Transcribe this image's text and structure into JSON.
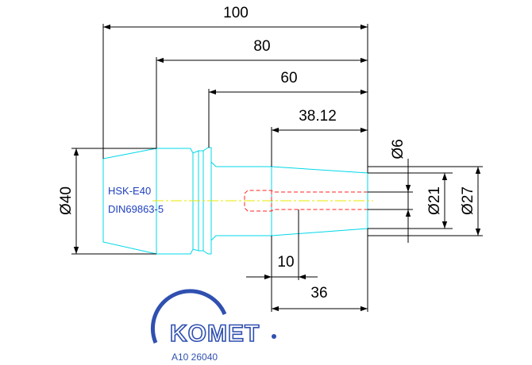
{
  "drawing": {
    "dimensions": {
      "length_100": "100",
      "length_80": "80",
      "length_60": "60",
      "length_38_12": "38.12",
      "length_10": "10",
      "length_36": "36",
      "diameter_40": "Ø40",
      "diameter_6": "Ø6",
      "diameter_21": "Ø21",
      "diameter_27": "Ø27"
    },
    "labels": {
      "interface": "HSK-E40",
      "standard": "DIN69863-5"
    },
    "brand": {
      "logo": "KOMET",
      "part_number": "A10 26040"
    },
    "colors": {
      "outline": "#00d8e8",
      "dimension": "#000000",
      "hidden_line": "#ff2020",
      "centerline": "#e8e800",
      "label": "#2040c0",
      "logo": "#3050b0"
    }
  }
}
